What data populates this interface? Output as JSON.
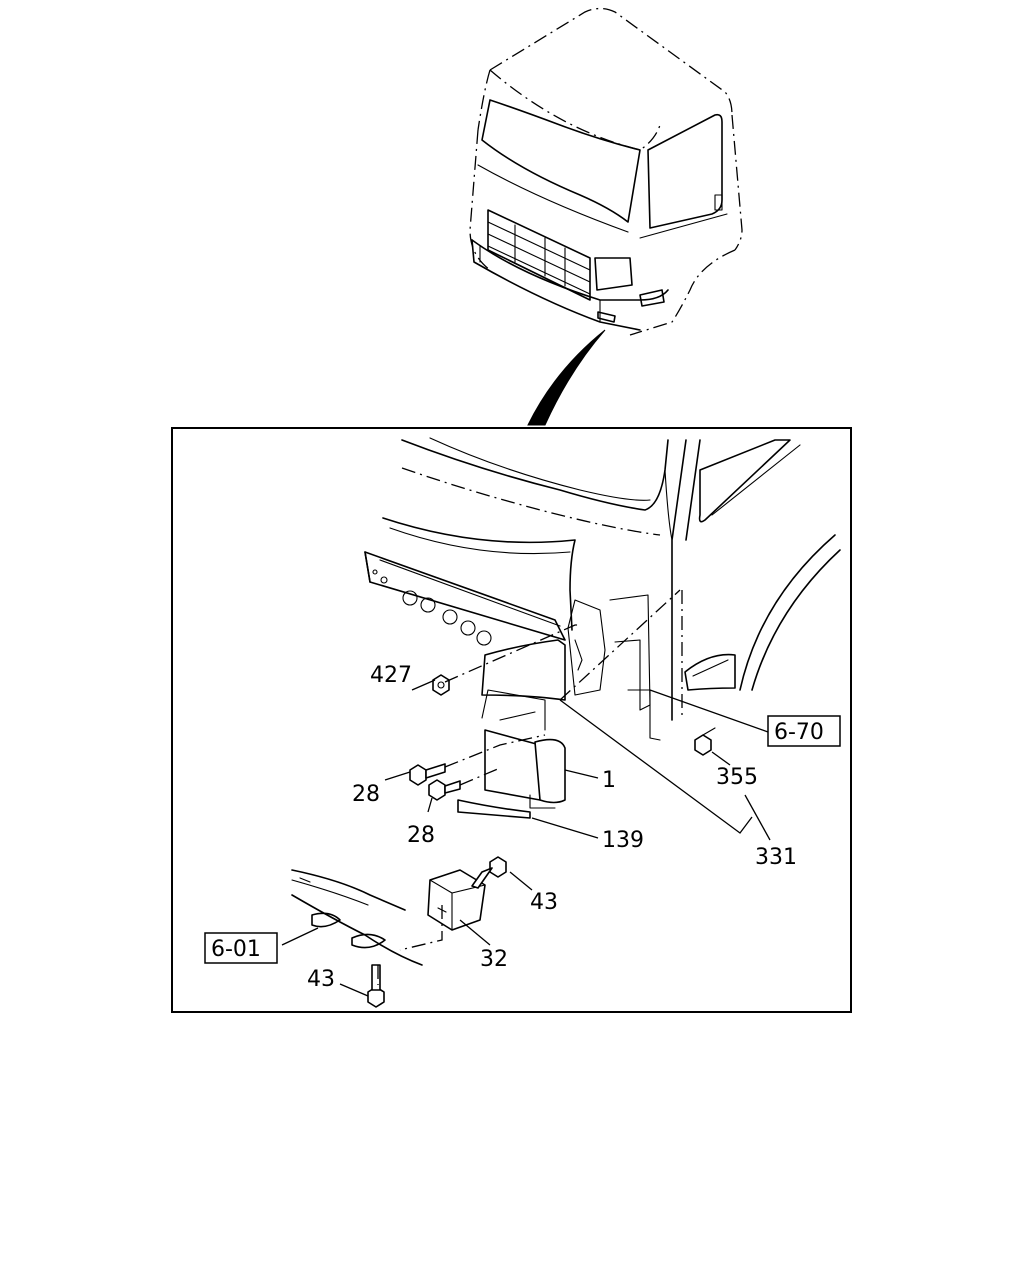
{
  "callouts": {
    "c427": "427",
    "c28a": "28",
    "c28b": "28",
    "c1": "1",
    "c139": "139",
    "c355": "355",
    "c331": "331",
    "c43a": "43",
    "c43b": "43",
    "c32": "32"
  },
  "references": {
    "r670": "6-70",
    "r601": "6-01"
  }
}
